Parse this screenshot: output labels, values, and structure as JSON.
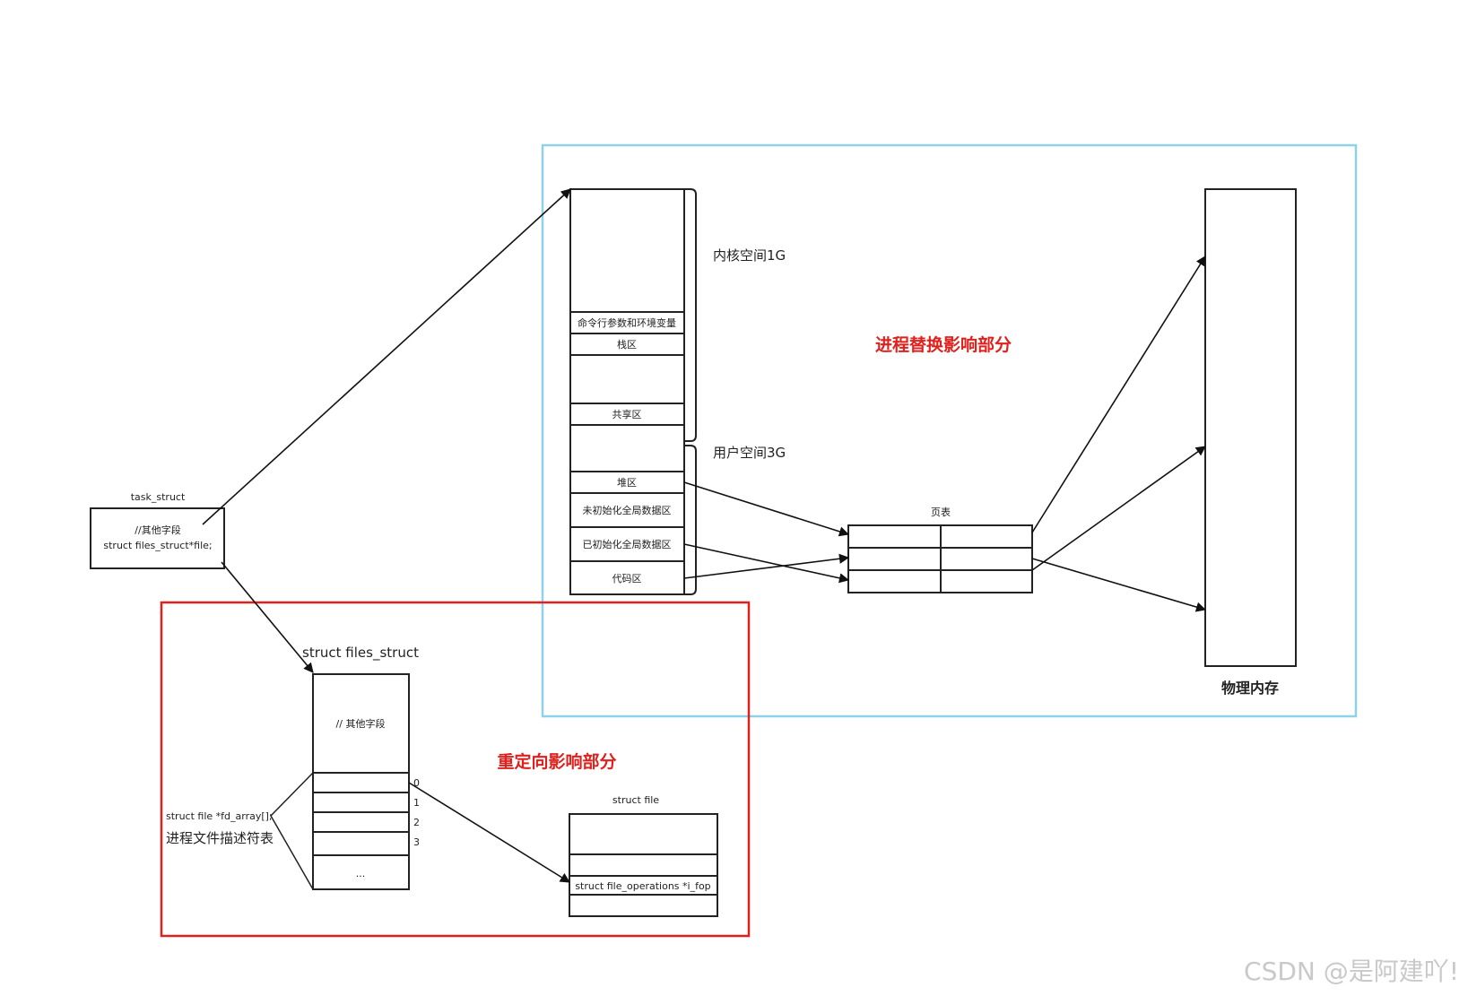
{
  "task_struct": {
    "title": "task_struct",
    "line1": "//其他字段",
    "line2": "struct files_struct*file;"
  },
  "vm": {
    "kernel_label": "内核空间1G",
    "user_label": "用户空间3G",
    "segments": {
      "args_env": "命令行参数和环境变量",
      "stack": "栈区",
      "shared": "共享区",
      "heap": "堆区",
      "bss": "未初始化全局数据区",
      "data": "已初始化全局数据区",
      "code": "代码区"
    }
  },
  "page_table": {
    "title": "页表"
  },
  "physical_memory": {
    "label": "物理内存"
  },
  "annotations": {
    "exec_part": "进程替换影响部分",
    "redirect_part": "重定向影响部分"
  },
  "files_struct": {
    "title": "struct files_struct",
    "other_fields": "// 其他字段",
    "fd_indices": [
      "0",
      "1",
      "2",
      "3"
    ],
    "ellipsis": "...",
    "fd_array_label": "struct file *fd_array[];",
    "fd_table_label": "进程文件描述符表"
  },
  "struct_file": {
    "title": "struct file",
    "fop_field": "struct file_operations *i_fop"
  },
  "watermark": "CSDN @是阿建吖!",
  "colors": {
    "exec_box": "#8fd0ea",
    "redirect_box": "#e0201d",
    "text_red": "#e0201d"
  }
}
